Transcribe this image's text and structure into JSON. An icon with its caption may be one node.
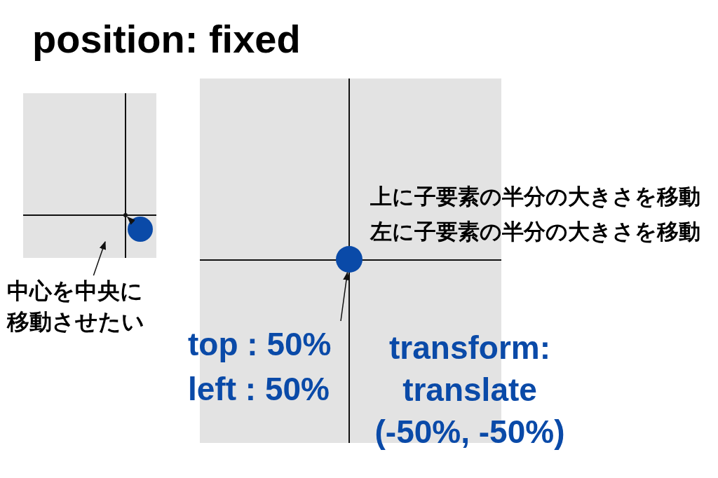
{
  "diagram": {
    "title": "position: fixed",
    "nodes": [
      {
        "text": [],
        "shape": "box"
      },
      {
        "text": [],
        "shape": "circle",
        "in": 0
      },
      {
        "text": [
          "中心を中央に移動させたい"
        ]
      },
      {
        "text": [],
        "shape": "box"
      },
      {
        "text": [],
        "shape": "circle",
        "in": 3
      },
      {
        "text": [],
        "shape": "point",
        "in": 0
      }
    ],
    "edges": [
      {
        "from": 2,
        "to": 0,
        "arrow": "to"
      },
      {
        "from": 1,
        "to": 5,
        "arrow": "to"
      },
      {
        "from": null,
        "to": 4,
        "arrow": "to"
      }
    ],
    "labels": [
      "上に子要素の半分の大きさを移動",
      "左に子要素の半分の大きさを移動",
      "top : 50%",
      "left : 50%",
      "transform: translate (-50%, -50%)"
    ]
  }
}
